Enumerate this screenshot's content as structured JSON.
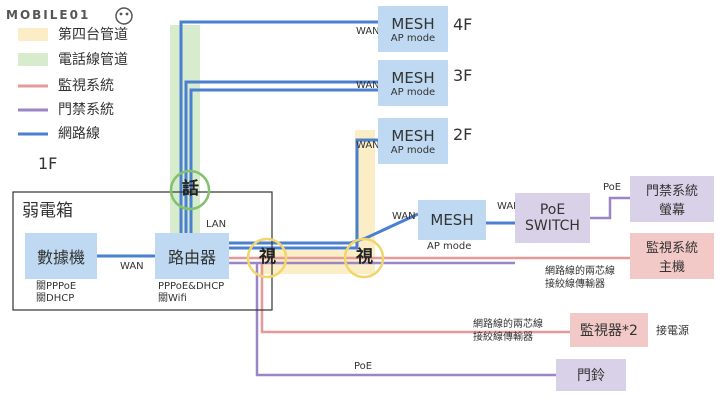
{
  "logo": {
    "text": "MOBILE01"
  },
  "floor_label": "1F",
  "weak_box_label": "弱電箱",
  "legend": [
    {
      "label": "第四台管道",
      "color": "#fbeec7",
      "type": "swatch"
    },
    {
      "label": "電話線管道",
      "color": "#d7ebcd",
      "type": "swatch"
    },
    {
      "label": "監視系統",
      "color": "#e59a99",
      "type": "line"
    },
    {
      "label": "門禁系統",
      "color": "#9b85c4",
      "type": "line"
    },
    {
      "label": "網路線",
      "color": "#4a7fd1",
      "type": "line"
    }
  ],
  "nodes": {
    "modem": {
      "label": "數據機",
      "note1": "關PPPoE",
      "note2": "關DHCP"
    },
    "router": {
      "label": "路由器",
      "note1": "PPPoE&DHCP",
      "note2": "關Wifi"
    },
    "mesh4": {
      "label": "MESH",
      "sub": "AP mode",
      "floor": "4F"
    },
    "mesh3": {
      "label": "MESH",
      "sub": "AP mode",
      "floor": "3F"
    },
    "mesh2": {
      "label": "MESH",
      "sub": "AP mode",
      "floor": "2F"
    },
    "mesh1": {
      "label": "MESH",
      "sub": "AP mode"
    },
    "poe_switch": {
      "line1": "PoE",
      "line2": "SWITCH"
    },
    "access_screen": {
      "line1": "門禁系統",
      "line2": "螢幕"
    },
    "cctv_host": {
      "line1": "監視系統",
      "line2": "主機"
    },
    "camera": {
      "label": "監視器*2",
      "note": "接電源"
    },
    "doorbell": {
      "label": "門鈴"
    }
  },
  "circles": {
    "phone": "話",
    "video1": "視",
    "video2": "視"
  },
  "edge_labels": {
    "wan_modem": "WAN",
    "lan_router": "LAN",
    "wan4": "WAN",
    "wan3": "WAN",
    "wan2": "WAN",
    "wan_mesh1_in": "WAN",
    "wan_mesh1_out": "WAN",
    "poe_screen": "PoE",
    "poe_doorbell": "PoE",
    "balun1_line1": "網路線的兩芯線",
    "balun1_line2": "接絞線傳輸器",
    "balun2_line1": "網路線的兩芯線",
    "balun2_line2": "接絞線傳輸器"
  }
}
